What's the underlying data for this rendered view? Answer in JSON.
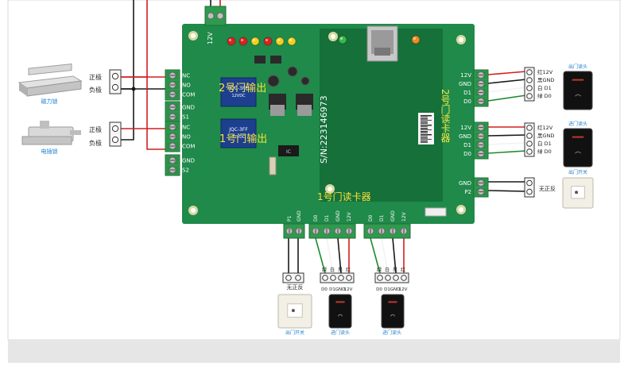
{
  "colors": {
    "board": "#1f8a4a",
    "board_dark": "#15703a",
    "terminal": "#2e9a4e",
    "terminal_dark": "#1e6e36",
    "wire_red": "#d21f1f",
    "wire_black": "#1a1a1a",
    "wire_green": "#1e8b2e",
    "wire_white": "#f2f2f2",
    "silk": "#ffffff",
    "silk_yellow": "#f5e33c",
    "label_blue": "#1f7fcf",
    "relay_blue": "#1d3f8f",
    "led_red": "#e02020",
    "led_yellow": "#f2d020",
    "led_green": "#3cb84a",
    "led_orange": "#f08a24"
  },
  "board": {
    "power_label": "12V",
    "relay2_label": "2号门输出",
    "relay1_label": "1号门输出",
    "serial_label": "S/N:223146973",
    "reader1_label": "1号门读卡器",
    "reader2_label": "2号门读卡器",
    "relay_model": "JQC-3FF",
    "relay_model_sub": "12VDC",
    "chip_label": "IC",
    "left_top_terminal": [
      "NC",
      "NO",
      "COM"
    ],
    "left_s1_terminal": [
      "GND",
      "S1"
    ],
    "left_bottom_terminal": [
      "NC",
      "NO",
      "COM"
    ],
    "left_s2_terminal": [
      "GND",
      "S2"
    ],
    "right_top_terminal": [
      "12V",
      "GND",
      "D1",
      "D0"
    ],
    "right_bottom_terminal": [
      "12V",
      "GND",
      "D1",
      "D0"
    ],
    "right_p2_terminal": [
      "GND",
      "P2"
    ],
    "bottom_p1_terminal": [
      "P1",
      "GND"
    ],
    "bottom_reader_a": [
      "D0",
      "D1",
      "GND",
      "12V"
    ],
    "bottom_reader_b": [
      "D0",
      "D1",
      "GND",
      "12V"
    ]
  },
  "left": {
    "magnetic_lock": {
      "label": "磁力锁",
      "pos": "正极",
      "neg": "负极"
    },
    "electric_bolt": {
      "label": "电插锁",
      "pos": "正极",
      "neg": "负极"
    }
  },
  "right": {
    "reader_top": {
      "title": "出门读头",
      "wires": [
        "红12V",
        "黑GND",
        "白 D1",
        "绿 D0"
      ]
    },
    "reader_mid": {
      "title": "进门读头",
      "wires": [
        "红12V",
        "黑GND",
        "白 D1",
        "绿 D0"
      ]
    },
    "exit_button": {
      "title": "出门开关",
      "polarity": "无正反"
    }
  },
  "bottom": {
    "exit_button": {
      "polarity": "无正反",
      "caption": "出门开关"
    },
    "reader_a": {
      "colors": [
        "绿",
        "白",
        "黑",
        "红"
      ],
      "pins": [
        "D0",
        "D1",
        "GND",
        "12V"
      ],
      "caption": "进门读头"
    },
    "reader_b": {
      "colors": [
        "绿",
        "白",
        "黑",
        "红"
      ],
      "pins": [
        "D0",
        "D1",
        "GND",
        "12V"
      ],
      "caption": "进门读头"
    }
  }
}
